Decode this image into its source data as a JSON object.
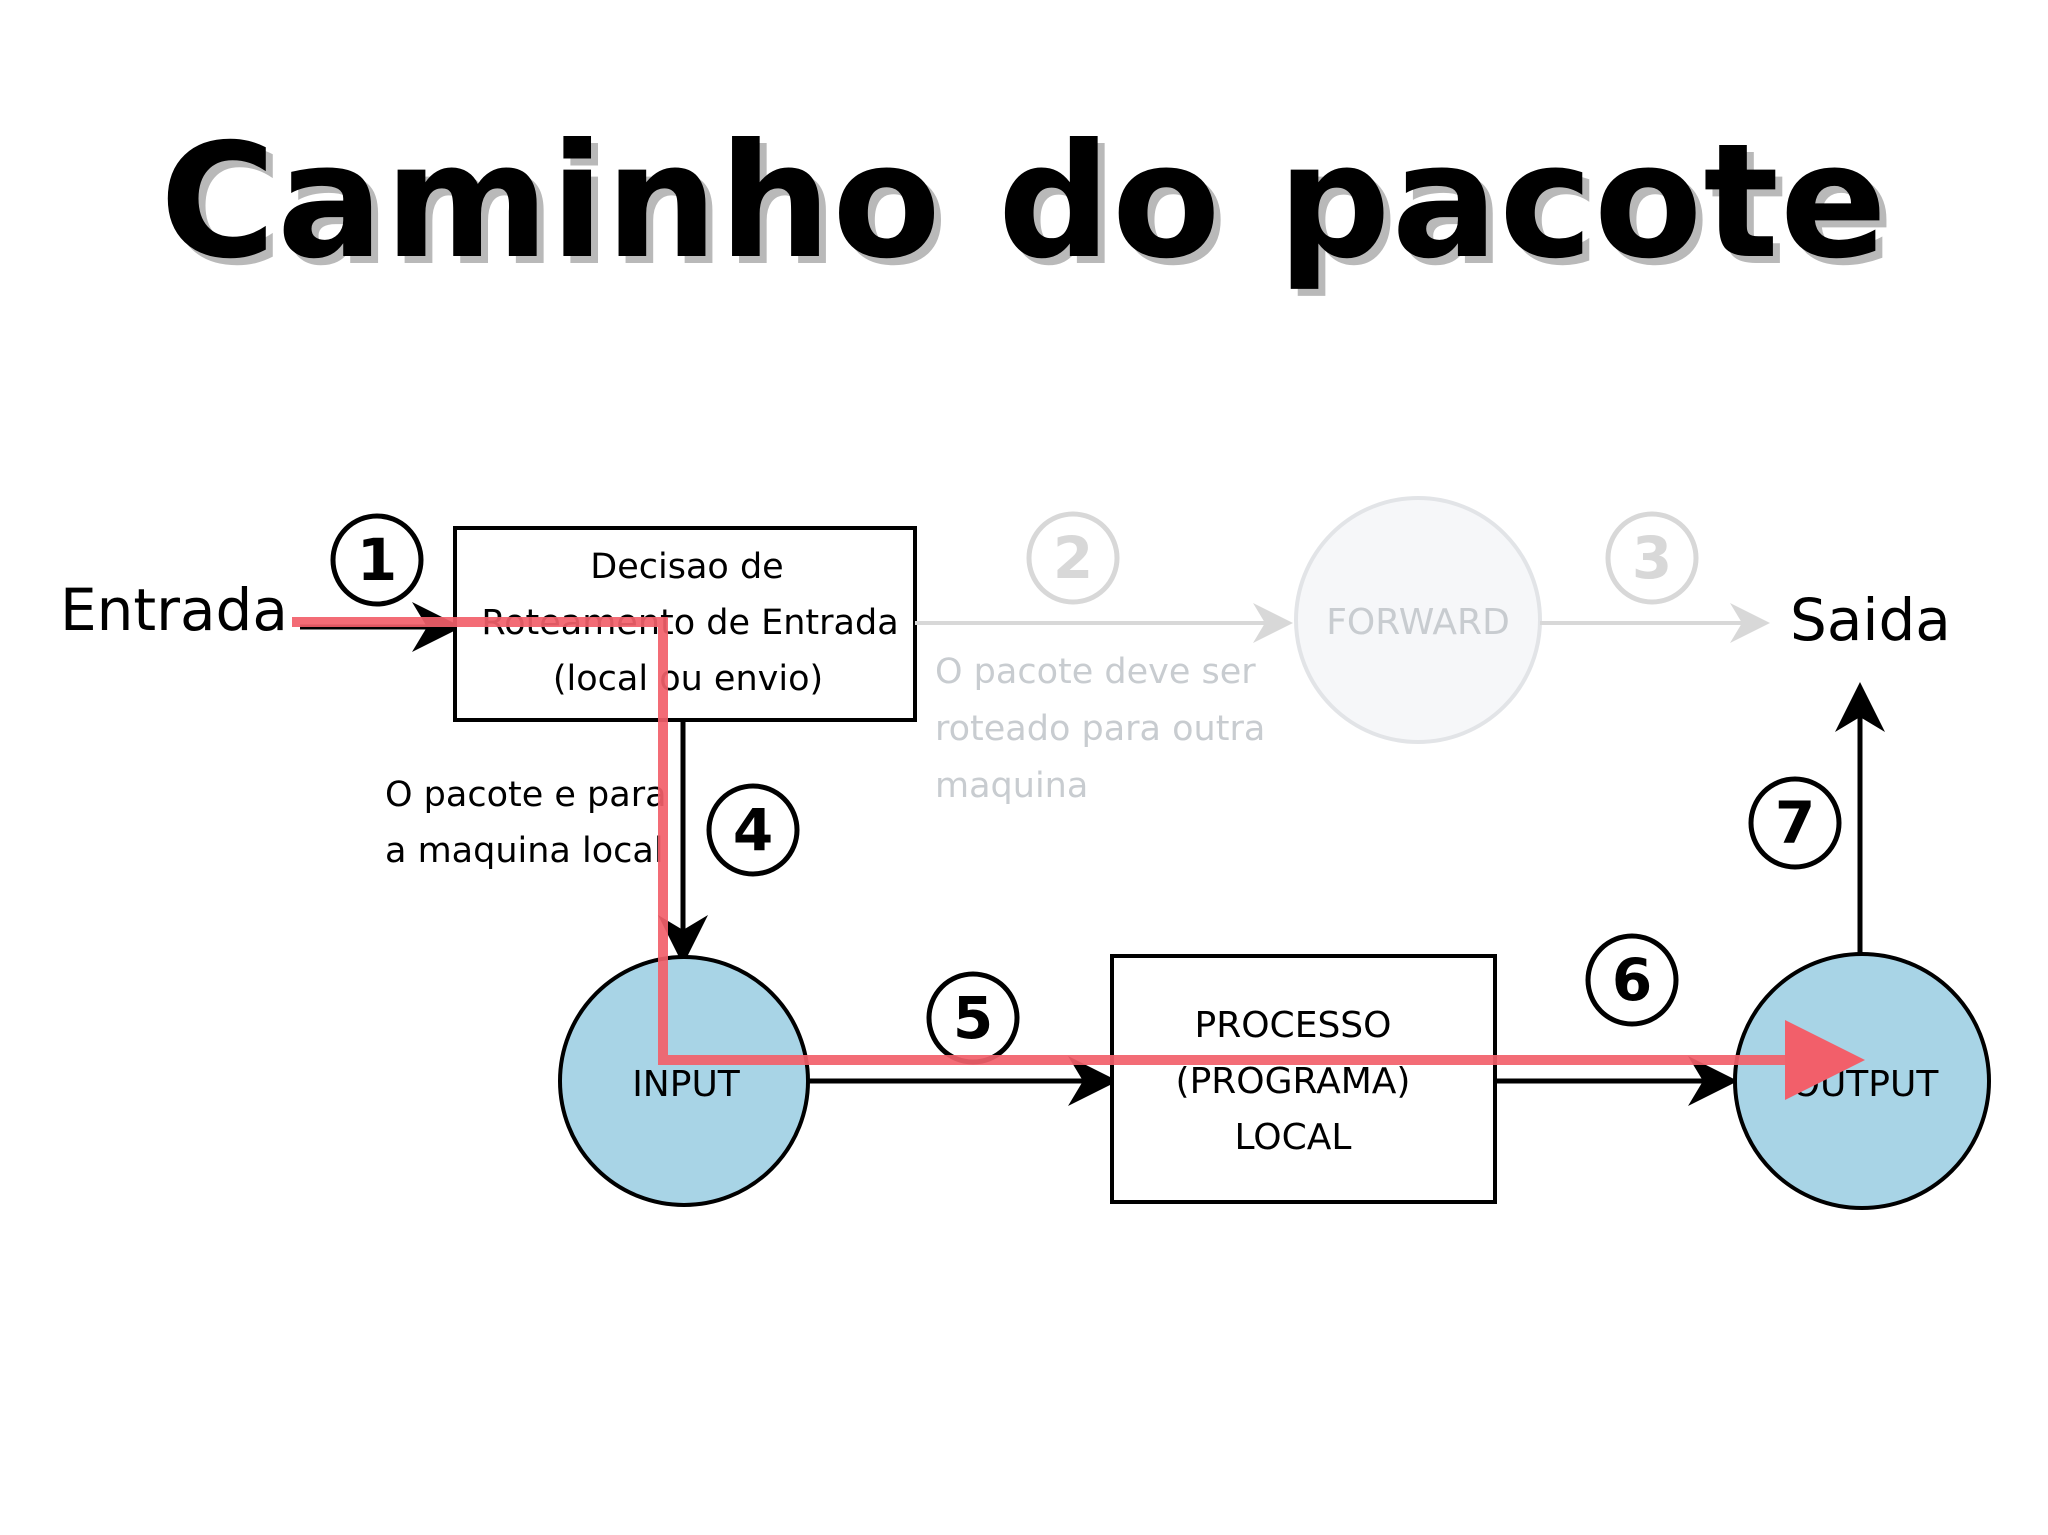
{
  "slide": {
    "title": "Caminho do pacote"
  },
  "diagram": {
    "input_label": "Entrada",
    "output_label": "Saida",
    "routing_box": {
      "lines": [
        "Decisao de",
        "Roteamento de Entrada",
        "(local ou envio)"
      ]
    },
    "forward_node": "FORWARD",
    "input_node": "INPUT",
    "output_node": "OUTPUT",
    "process_box": {
      "lines": [
        "PROCESSO",
        "(PROGRAMA)",
        "LOCAL"
      ]
    },
    "note_local": {
      "lines": [
        "O pacote e para",
        "a maquina local"
      ]
    },
    "note_forward": {
      "lines": [
        "O pacote deve ser",
        "roteado para outra",
        "maquina"
      ]
    },
    "steps": [
      "1",
      "2",
      "3",
      "4",
      "5",
      "6",
      "7"
    ],
    "colors": {
      "node_fill": "#a8d4e6",
      "path_highlight": "#f25f6a",
      "inactive": "#d8d8d8",
      "inactive_text": "#c8ccd0",
      "stroke": "#000000"
    }
  }
}
